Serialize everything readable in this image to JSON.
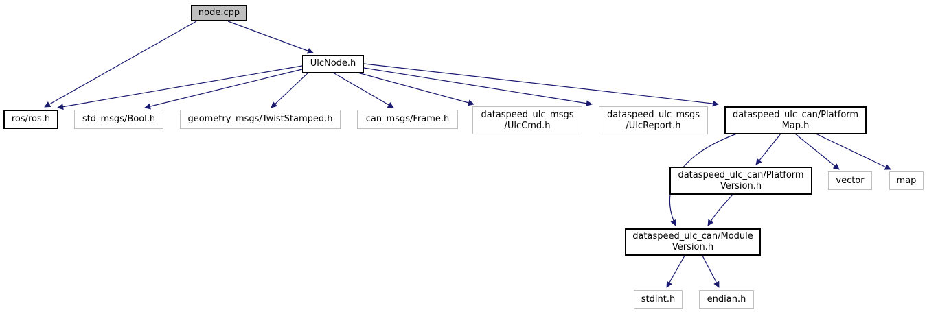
{
  "theme": {
    "edge_color": "#191970",
    "doc_border": "#000000",
    "ext_border": "#bfbfbf",
    "root_fill": "#bfbfbf",
    "node_fill": "#ffffff",
    "text_color": "#000000",
    "bg": "#ffffff"
  },
  "diagram": {
    "kind": "include-dependency-graph",
    "root": "node.cpp"
  },
  "nodes": [
    {
      "id": "node-cpp",
      "label": "node.cpp"
    },
    {
      "id": "ulcnode-h",
      "label": "UlcNode.h"
    },
    {
      "id": "ros-ros-h",
      "label": "ros/ros.h"
    },
    {
      "id": "std-msgs-bool-h",
      "label": "std_msgs/Bool.h"
    },
    {
      "id": "geometry-msgs-twiststamped-h",
      "label": "geometry_msgs/TwistStamped.h"
    },
    {
      "id": "can-msgs-frame-h",
      "label": "can_msgs/Frame.h"
    },
    {
      "id": "dataspeed-ulc-msgs-ulccmd-h",
      "label": "dataspeed_ulc_msgs\n/UlcCmd.h"
    },
    {
      "id": "dataspeed-ulc-msgs-ulcreport-h",
      "label": "dataspeed_ulc_msgs\n/UlcReport.h"
    },
    {
      "id": "dataspeed-ulc-can-platformmap-h",
      "label": "dataspeed_ulc_can/Platform\nMap.h"
    },
    {
      "id": "dataspeed-ulc-can-platformversion-h",
      "label": "dataspeed_ulc_can/Platform\nVersion.h"
    },
    {
      "id": "vector",
      "label": "vector"
    },
    {
      "id": "map",
      "label": "map"
    },
    {
      "id": "dataspeed-ulc-can-moduleversion-h",
      "label": "dataspeed_ulc_can/Module\nVersion.h"
    },
    {
      "id": "stdint-h",
      "label": "stdint.h"
    },
    {
      "id": "endian-h",
      "label": "endian.h"
    }
  ],
  "edges": [
    {
      "from": "node.cpp",
      "to": "ros/ros.h"
    },
    {
      "from": "node.cpp",
      "to": "UlcNode.h"
    },
    {
      "from": "UlcNode.h",
      "to": "ros/ros.h"
    },
    {
      "from": "UlcNode.h",
      "to": "std_msgs/Bool.h"
    },
    {
      "from": "UlcNode.h",
      "to": "geometry_msgs/TwistStamped.h"
    },
    {
      "from": "UlcNode.h",
      "to": "can_msgs/Frame.h"
    },
    {
      "from": "UlcNode.h",
      "to": "dataspeed_ulc_msgs/UlcCmd.h"
    },
    {
      "from": "UlcNode.h",
      "to": "dataspeed_ulc_msgs/UlcReport.h"
    },
    {
      "from": "UlcNode.h",
      "to": "dataspeed_ulc_can/PlatformMap.h"
    },
    {
      "from": "dataspeed_ulc_can/PlatformMap.h",
      "to": "dataspeed_ulc_can/PlatformVersion.h"
    },
    {
      "from": "dataspeed_ulc_can/PlatformMap.h",
      "to": "vector"
    },
    {
      "from": "dataspeed_ulc_can/PlatformMap.h",
      "to": "map"
    },
    {
      "from": "dataspeed_ulc_can/PlatformMap.h",
      "to": "dataspeed_ulc_can/ModuleVersion.h"
    },
    {
      "from": "dataspeed_ulc_can/PlatformVersion.h",
      "to": "dataspeed_ulc_can/ModuleVersion.h"
    },
    {
      "from": "dataspeed_ulc_can/ModuleVersion.h",
      "to": "stdint.h"
    },
    {
      "from": "dataspeed_ulc_can/ModuleVersion.h",
      "to": "endian.h"
    }
  ]
}
